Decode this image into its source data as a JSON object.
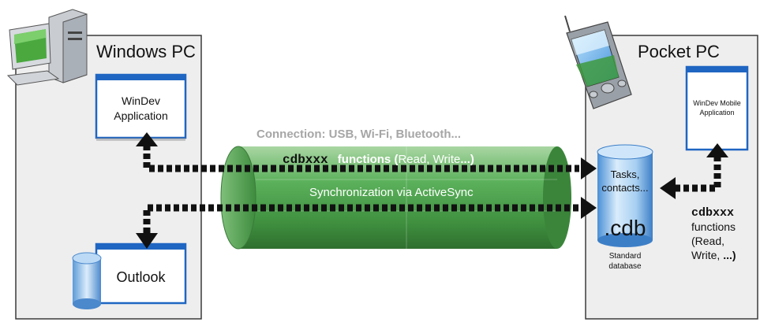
{
  "windows_pc": {
    "title": "Windows PC",
    "app_line1": "WinDev",
    "app_line2": "Application",
    "outlook_label": "Outlook"
  },
  "pocket_pc": {
    "title": "Pocket PC",
    "app_line1": "WinDev Mobile",
    "app_line2": "Application",
    "db_line1": "Tasks,",
    "db_line2": "contacts...",
    "db_ext": ".cdb",
    "db_caption1": "Standard",
    "db_caption2": "database",
    "funcs_code": "cdbxxx",
    "funcs_line1": "functions",
    "funcs_line2": "(Read,",
    "funcs_line3_pre": "Write, ",
    "funcs_line3_ell": "...)"
  },
  "pipe": {
    "connection": "Connection: USB, Wi-Fi, Bluetooth...",
    "code": "cdbxxx",
    "functions_pre": "functions (",
    "read_write": "Read, Write",
    "functions_post": "...)",
    "sync": "Synchronization via ActiveSync"
  },
  "colors": {
    "panel_fill": "#eeeeee",
    "panel_border": "#3a3a3a",
    "window_bar": "#1f66c2",
    "pipe_green": "#55a755",
    "db_blue": "#7db6e8",
    "arrow": "#111111",
    "connection_text": "#a6a6a6"
  }
}
